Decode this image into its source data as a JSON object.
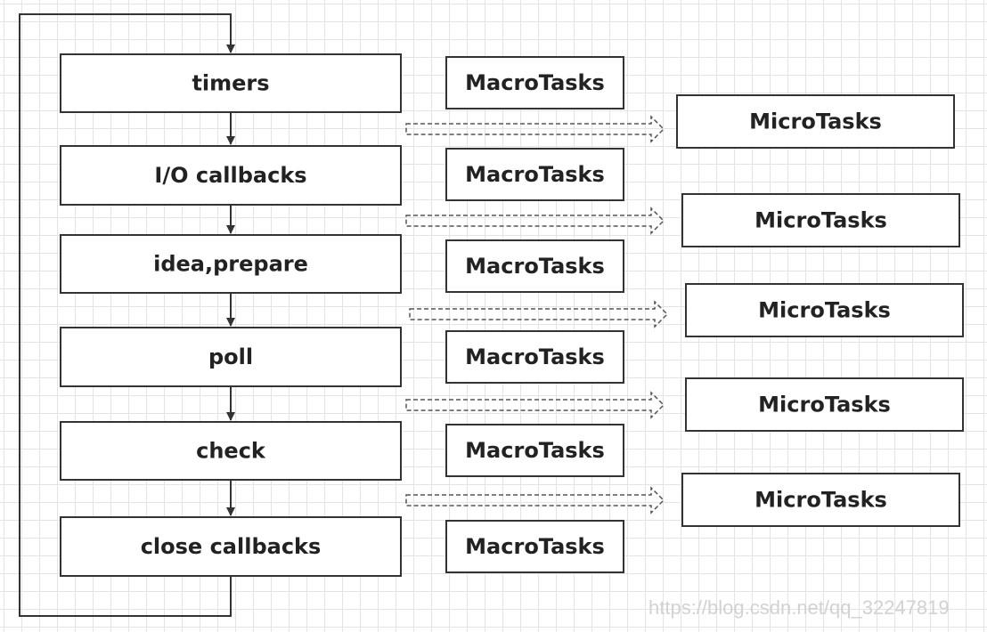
{
  "phases": [
    {
      "label": "timers"
    },
    {
      "label": "I/O callbacks"
    },
    {
      "label": "idea,prepare"
    },
    {
      "label": "poll"
    },
    {
      "label": "check"
    },
    {
      "label": "close callbacks"
    }
  ],
  "macro_tasks": [
    {
      "label": "MacroTasks"
    },
    {
      "label": "MacroTasks"
    },
    {
      "label": "MacroTasks"
    },
    {
      "label": "MacroTasks"
    },
    {
      "label": "MacroTasks"
    },
    {
      "label": "MacroTasks"
    }
  ],
  "micro_tasks": [
    {
      "label": "MicroTasks"
    },
    {
      "label": "MicroTasks"
    },
    {
      "label": "MicroTasks"
    },
    {
      "label": "MicroTasks"
    },
    {
      "label": "MicroTasks"
    }
  ],
  "watermark": "https://blog.csdn.net/qq_32247819",
  "colors": {
    "stroke": "#333333",
    "text": "#222222",
    "dashed_arrow": "#555555",
    "grid": "#e4e4e4"
  }
}
